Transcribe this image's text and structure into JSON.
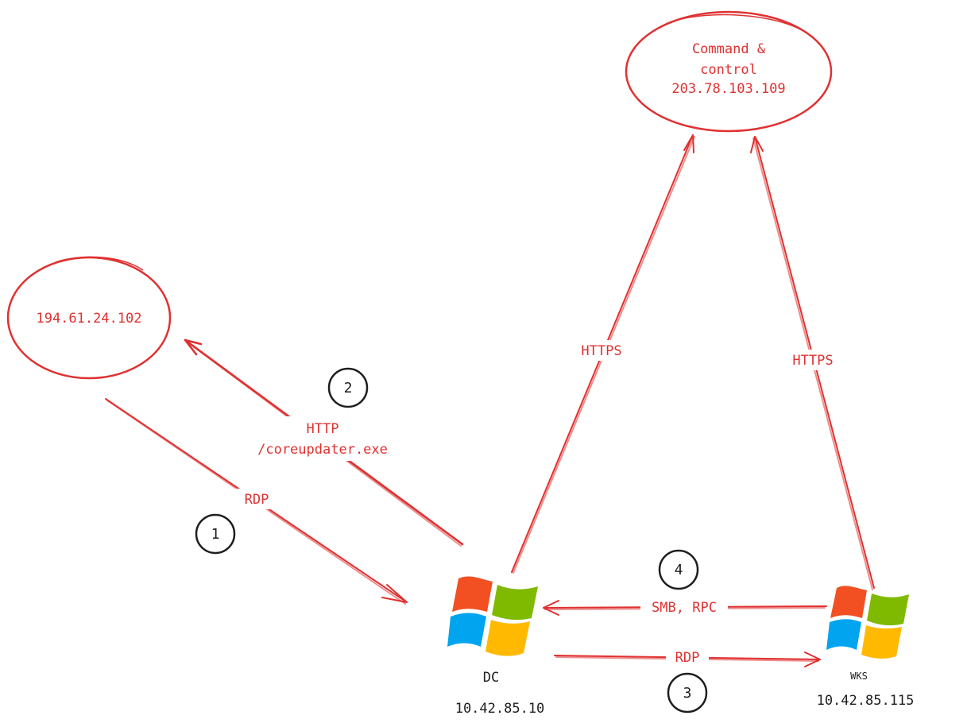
{
  "nodes": {
    "c2": {
      "lines": [
        "Command &",
        "control",
        "203.78.103.109"
      ]
    },
    "external": {
      "label": "194.61.24.102"
    },
    "dc": {
      "name": "DC",
      "ip": "10.42.85.10",
      "icon": "windows-logo-icon"
    },
    "wks": {
      "name": "WKS",
      "ip": "10.42.85.115",
      "icon": "windows-logo-icon"
    }
  },
  "edges": {
    "rdp_in": {
      "label": "RDP",
      "step": "1"
    },
    "http_download": {
      "label_line1": "HTTP",
      "label_line2": "/coreupdater.exe",
      "step": "2"
    },
    "rdp_lateral": {
      "label": "RDP",
      "step": "3"
    },
    "smb_rpc": {
      "label": "SMB, RPC",
      "step": "4"
    },
    "https_dc": {
      "label": "HTTPS"
    },
    "https_wks": {
      "label": "HTTPS"
    }
  },
  "colors": {
    "accent": "#e03131",
    "ink": "#1e1e1e",
    "win_red": "#f25022",
    "win_green": "#7fba00",
    "win_blue": "#00a4ef",
    "win_yellow": "#ffb900"
  }
}
